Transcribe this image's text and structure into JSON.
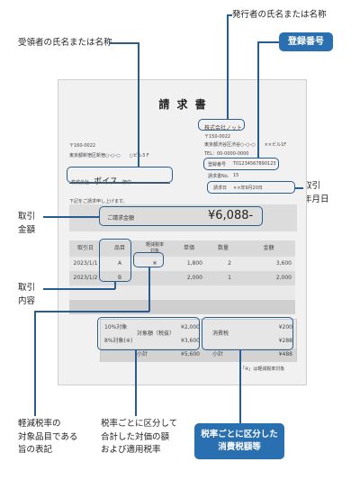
{
  "annotations": {
    "issuer": "発行者の氏名または名称",
    "recipient": "受領者の氏名または名称",
    "reg_number": "登録番号",
    "trade_date": [
      "取引",
      "年月日"
    ],
    "trade_amount": [
      "取引",
      "金額"
    ],
    "trade_content": [
      "取引",
      "内容"
    ],
    "reduced_rate": [
      "軽減税率の",
      "対象品目である",
      "旨の表記"
    ],
    "rate_total": [
      "税率ごとに区分して",
      "合計した対価の額",
      "および適用税率"
    ],
    "tax_by_rate": [
      "税率ごとに区分した",
      "消費税額等"
    ]
  },
  "invoice": {
    "title": "請 求 書",
    "recipient": {
      "postal": "〒160-0022",
      "address": "東京都新宿区新宿○-○-○　　○ビル3 F",
      "company_prefix": "株式会社",
      "company_name": "ボイス",
      "honorific": "御中"
    },
    "issuer": {
      "company": "株式会社ノット",
      "postal": "〒150-0022",
      "address": "東京都渋谷区渋谷○-○-○　　××ビル1F",
      "tel": "TEL：00-0000-0000",
      "reg_label": "登録番号",
      "reg_value": "T01234567890123",
      "invoice_no_label": "請求書No.",
      "invoice_no_value": "15",
      "date_label": "請求日",
      "date_value": "××年9月20日"
    },
    "intro": "下記をご請求申し上げます。",
    "total_label": "ご請求金額",
    "total_value": "¥6,088-",
    "table_headers": [
      "取引日",
      "品目",
      "軽減税率\n対象",
      "単価",
      "数量",
      "金額"
    ],
    "rows": [
      {
        "date": "2023/1/1",
        "item": "A",
        "reduced": "※",
        "price": "1,800",
        "qty": "2",
        "amount": "3,600"
      },
      {
        "date": "2023/1/2",
        "item": "B",
        "reduced": "",
        "price": "2,000",
        "qty": "1",
        "amount": "2,000"
      }
    ],
    "summary": {
      "rate10": "10%対象",
      "rate8": "8%対象(※)",
      "base_label": "対象額（税抜）",
      "base10": "¥2,000",
      "base8": "¥3,600",
      "tax_label": "消費税",
      "tax10": "¥200",
      "tax8": "¥288",
      "subtotal_label": "小計",
      "subtotal_base": "¥5,600",
      "subtotal_tax_label": "小計",
      "subtotal_tax": "¥488"
    },
    "footnote": "「※」は軽減税率対象"
  }
}
